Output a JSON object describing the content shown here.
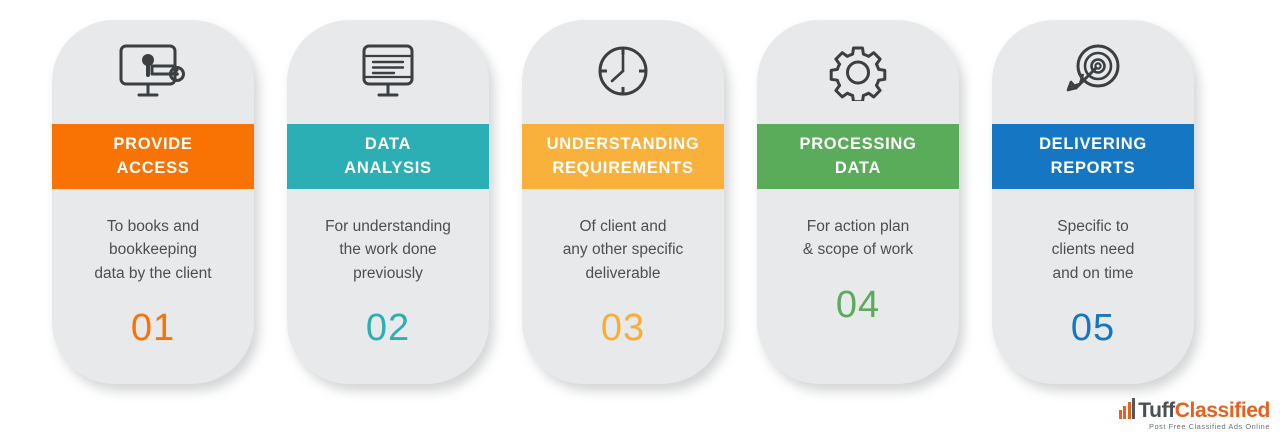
{
  "infographic": {
    "background_color": "#ffffff",
    "card_background": "#e7e9eb",
    "body_text_color": "#4c4f52",
    "cards": [
      {
        "icon": "monitor-key-icon",
        "title_line1": "PROVIDE",
        "title_line2": "ACCESS",
        "banner_color": "#f97304",
        "desc_line1": "To books and",
        "desc_line2": "bookkeeping",
        "desc_line3": "data by the client",
        "number": "01",
        "number_color": "#f97304"
      },
      {
        "icon": "monitor-lines-icon",
        "title_line1": "DATA",
        "title_line2": "ANALYSIS",
        "banner_color": "#2bafb4",
        "desc_line1": "For understanding",
        "desc_line2": "the work done",
        "desc_line3": "previously",
        "number": "02",
        "number_color": "#2bafb4"
      },
      {
        "icon": "clock-icon",
        "title_line1": "UNDERSTANDING",
        "title_line2": "REQUIREMENTS",
        "banner_color": "#f9b13c",
        "desc_line1": "Of client and",
        "desc_line2": "any other specific",
        "desc_line3": "deliverable",
        "number": "03",
        "number_color": "#f9ad33"
      },
      {
        "icon": "gear-icon",
        "title_line1": "PROCESSING",
        "title_line2": "DATA",
        "banner_color": "#5aab5a",
        "desc_line1": "For action plan",
        "desc_line2": "& scope of work",
        "desc_line3": "",
        "number": "04",
        "number_color": "#5aab5a"
      },
      {
        "icon": "target-arrow-icon",
        "title_line1": "DELIVERING",
        "title_line2": "REPORTS",
        "banner_color": "#1577c4",
        "desc_line1": "Specific to",
        "desc_line2": "clients need",
        "desc_line3": "and on time",
        "number": "05",
        "number_color": "#1577c4"
      }
    ]
  },
  "watermark": {
    "brand_part1": "Tuff",
    "brand_part2": "Classified",
    "tagline": "Post Free Classified Ads Online",
    "accent_color": "#e8601c",
    "dark_color": "#4a4f54"
  }
}
